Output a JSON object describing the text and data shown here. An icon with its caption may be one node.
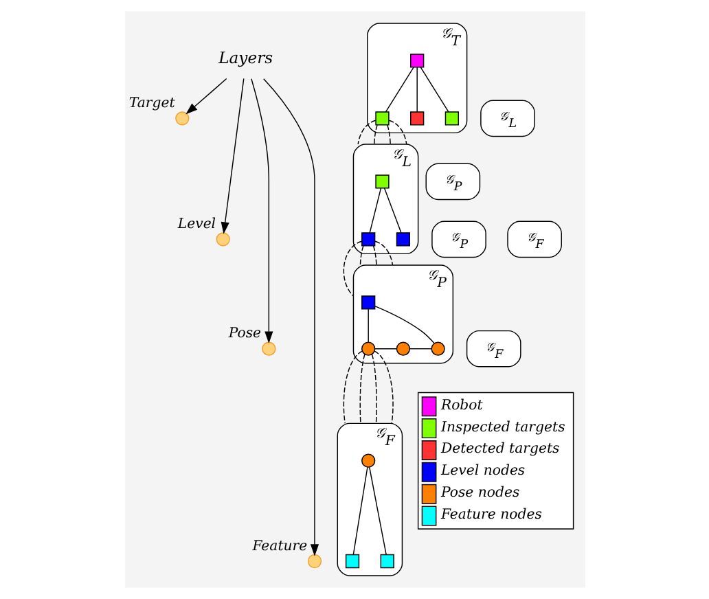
{
  "diagram": {
    "nodes": [
      {
        "text": [
          "Layers"
        ]
      },
      {
        "text": [],
        "shape": "circle",
        "beside": [
          "Target"
        ]
      },
      {
        "text": [],
        "shape": "circle",
        "beside": [
          "Level"
        ]
      },
      {
        "text": [],
        "shape": "circle",
        "beside": [
          "Pose"
        ]
      },
      {
        "text": [],
        "shape": "circle",
        "beside": [
          "Feature"
        ]
      },
      {
        "text": [
          "𝒢$_{T}$"
        ]
      },
      {
        "text": [],
        "shape": "box",
        "in": 5
      },
      {
        "text": [],
        "shape": "box",
        "in": 5
      },
      {
        "text": [],
        "shape": "box",
        "in": 5
      },
      {
        "text": [],
        "shape": "box",
        "in": 5
      },
      {
        "text": [
          "𝒢$_{L}$"
        ]
      },
      {
        "text": [],
        "shape": "box",
        "in": 10
      },
      {
        "text": [],
        "shape": "box",
        "in": 10
      },
      {
        "text": [],
        "shape": "box",
        "in": 10
      },
      {
        "text": [
          "𝒢$_{L}$"
        ]
      },
      {
        "text": [
          "𝒢$_{P}$"
        ]
      },
      {
        "text": [],
        "shape": "box",
        "in": 15
      },
      {
        "text": [],
        "shape": "circle",
        "in": 15
      },
      {
        "text": [],
        "shape": "circle",
        "in": 15
      },
      {
        "text": [],
        "shape": "circle",
        "in": 15
      },
      {
        "text": [
          "𝒢$_{P}$"
        ]
      },
      {
        "text": [
          "𝒢$_{P}$"
        ]
      },
      {
        "text": [
          "𝒢$_{F}$"
        ]
      },
      {
        "text": [],
        "shape": "circle",
        "in": 22
      },
      {
        "text": [],
        "shape": "box",
        "in": 22
      },
      {
        "text": [],
        "shape": "box",
        "in": 22
      },
      {
        "text": [
          "𝒢$_{F}$"
        ]
      },
      {
        "text": [
          "𝒢$_{F}$"
        ]
      }
    ],
    "edges": [
      {
        "from": 0,
        "to": 1,
        "arrow": "to"
      },
      {
        "from": 0,
        "to": 2,
        "arrow": "to"
      },
      {
        "from": 0,
        "to": 3,
        "arrow": "to"
      },
      {
        "from": 0,
        "to": 4,
        "arrow": "to"
      },
      {
        "from": 6,
        "to": 7,
        "arrow": "none"
      },
      {
        "from": 6,
        "to": 8,
        "arrow": "none"
      },
      {
        "from": 6,
        "to": 9,
        "arrow": "none"
      },
      {
        "from": 7,
        "to": 10,
        "arrow": "none",
        "style": "dashed"
      },
      {
        "from": 7,
        "to": 10,
        "arrow": "none",
        "style": "dashed"
      },
      {
        "from": 7,
        "to": 10,
        "arrow": "none",
        "style": "dashed"
      },
      {
        "from": 7,
        "to": 10,
        "arrow": "none",
        "style": "dashed"
      },
      {
        "from": 11,
        "to": 12,
        "arrow": "none"
      },
      {
        "from": 11,
        "to": 13,
        "arrow": "none"
      },
      {
        "from": 12,
        "to": 15,
        "arrow": "none",
        "style": "dashed"
      },
      {
        "from": 12,
        "to": 15,
        "arrow": "none",
        "style": "dashed"
      },
      {
        "from": 12,
        "to": 15,
        "arrow": "none",
        "style": "dashed"
      },
      {
        "from": 12,
        "to": 15,
        "arrow": "none",
        "style": "dashed"
      },
      {
        "from": 16,
        "to": 17,
        "arrow": "none"
      },
      {
        "from": 16,
        "to": 19,
        "arrow": "none"
      },
      {
        "from": 17,
        "to": 18,
        "arrow": "none"
      },
      {
        "from": 18,
        "to": 19,
        "arrow": "none"
      },
      {
        "from": 17,
        "to": 22,
        "arrow": "none",
        "style": "dashed"
      },
      {
        "from": 17,
        "to": 22,
        "arrow": "none",
        "style": "dashed"
      },
      {
        "from": 17,
        "to": 22,
        "arrow": "none",
        "style": "dashed"
      },
      {
        "from": 17,
        "to": 22,
        "arrow": "none",
        "style": "dashed"
      },
      {
        "from": 23,
        "to": 24,
        "arrow": "none"
      },
      {
        "from": 23,
        "to": 25,
        "arrow": "none"
      }
    ],
    "legend": [
      {
        "text": "Robot",
        "color": "#ff00ff"
      },
      {
        "text": "Inspected targets",
        "color": "#80ff00"
      },
      {
        "text": "Detected targets",
        "color": "#ff3333"
      },
      {
        "text": "Level nodes",
        "color": "#0000ff"
      },
      {
        "text": "Pose nodes",
        "color": "#ff8000"
      },
      {
        "text": "Feature nodes",
        "color": "#00ffff"
      }
    ]
  }
}
